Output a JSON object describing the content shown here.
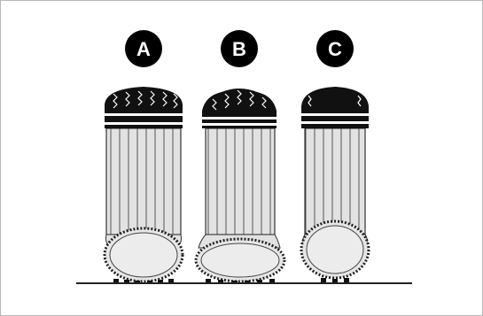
{
  "tires": [
    {
      "label": "A"
    },
    {
      "label": "B"
    },
    {
      "label": "C"
    }
  ],
  "colors": {
    "badge": "#000000",
    "badge_text": "#ffffff",
    "tire_fill": "#e2e2e2",
    "tire_stroke": "#333333",
    "tread": "#111111",
    "ground": "#222222",
    "frame": "#b8b8b8"
  }
}
